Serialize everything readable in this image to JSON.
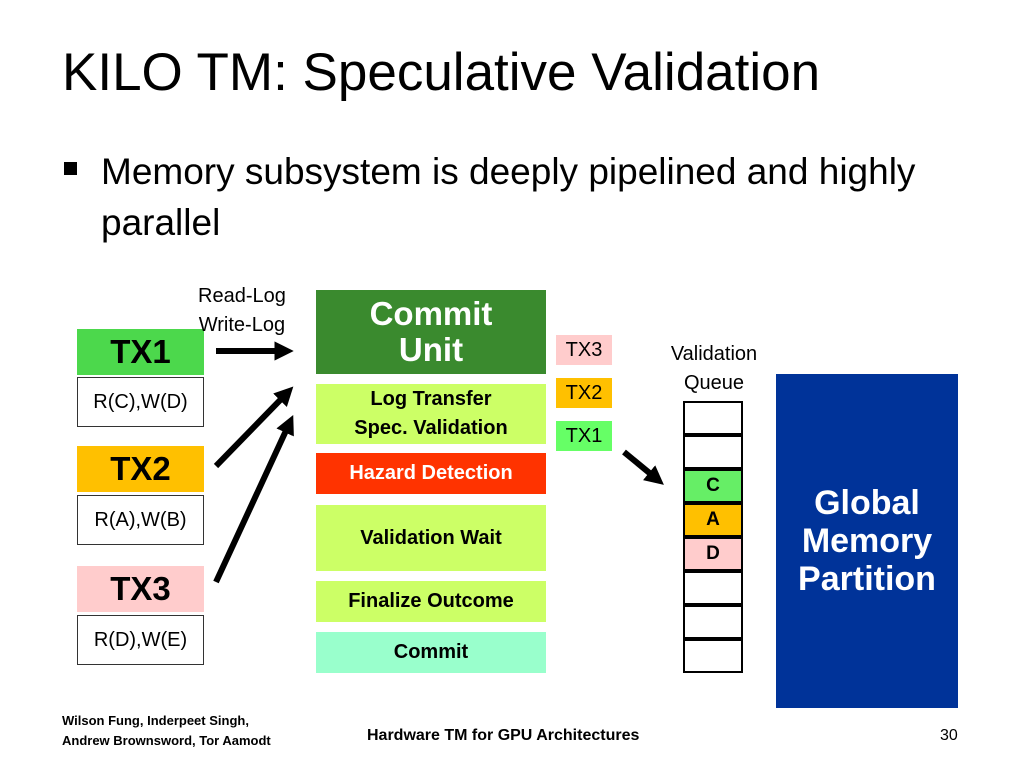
{
  "slide": {
    "title": "KILO TM: Speculative Validation",
    "bullet": "Memory subsystem is deeply pipelined and highly parallel"
  },
  "transactions": [
    {
      "name": "TX1",
      "ops": "R(C),W(D)",
      "color": "#4cd84c"
    },
    {
      "name": "TX2",
      "ops": "R(A),W(B)",
      "color": "#ffc000"
    },
    {
      "name": "TX3",
      "ops": "R(D),W(E)",
      "color": "#ffcccc"
    }
  ],
  "arrow_label": {
    "line1": "Read-Log",
    "line2": "Write-Log"
  },
  "commit_unit": {
    "line1": "Commit",
    "line2": "Unit",
    "color": "#3a8a2e"
  },
  "stages": {
    "log_transfer": {
      "line1": "Log Transfer",
      "line2": "Spec. Validation",
      "color": "#ccff66"
    },
    "hazard_detection": {
      "label": "Hazard Detection",
      "color": "#ff3300"
    },
    "validation_wait": {
      "label": "Validation Wait",
      "color": "#ccff66"
    },
    "finalize_outcome": {
      "label": "Finalize Outcome",
      "color": "#ccff66"
    },
    "commit": {
      "label": "Commit",
      "color": "#99ffcc"
    }
  },
  "in_flight": [
    {
      "label": "TX3",
      "color": "#ffcccc"
    },
    {
      "label": "TX2",
      "color": "#ffc000"
    },
    {
      "label": "TX1",
      "color": "#66ff66"
    }
  ],
  "validation_queue": {
    "label_line1": "Validation",
    "label_line2": "Queue",
    "entries": [
      {
        "label": "",
        "color": "#ffffff"
      },
      {
        "label": "",
        "color": "#ffffff"
      },
      {
        "label": "C",
        "color": "#66ee66"
      },
      {
        "label": "A",
        "color": "#ffc000"
      },
      {
        "label": "D",
        "color": "#ffcccc"
      },
      {
        "label": "",
        "color": "#ffffff"
      },
      {
        "label": "",
        "color": "#ffffff"
      },
      {
        "label": "",
        "color": "#ffffff"
      }
    ]
  },
  "global_memory": {
    "line1": "Global",
    "line2": "Memory",
    "line3": "Partition",
    "color": "#003399"
  },
  "footer": {
    "authors_line1": "Wilson Fung, Inderpeet Singh,",
    "authors_line2": "Andrew Brownsword, Tor Aamodt",
    "center": "Hardware TM for GPU Architectures",
    "page": "30"
  }
}
